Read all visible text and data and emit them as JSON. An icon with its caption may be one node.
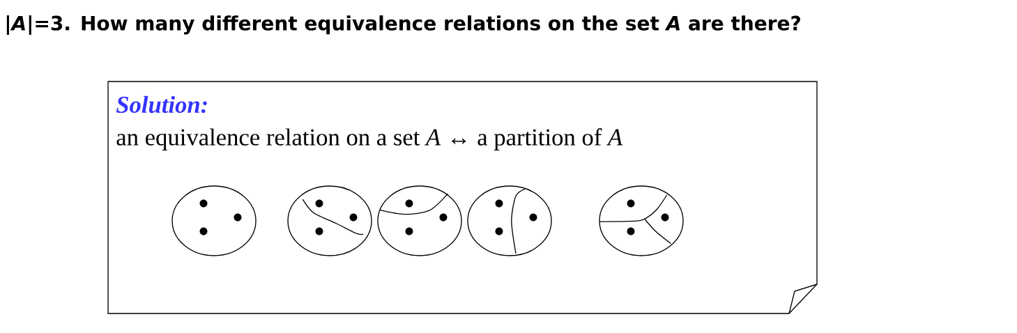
{
  "diagram": {
    "title": "|*A*|=3. How many different equivalence relations on the set *A* are there?",
    "nodes": [
      {
        "text": [
          "Solution:",
          "an equivalence relation on a set *A* ↔ a partition of *A*"
        ]
      }
    ]
  }
}
